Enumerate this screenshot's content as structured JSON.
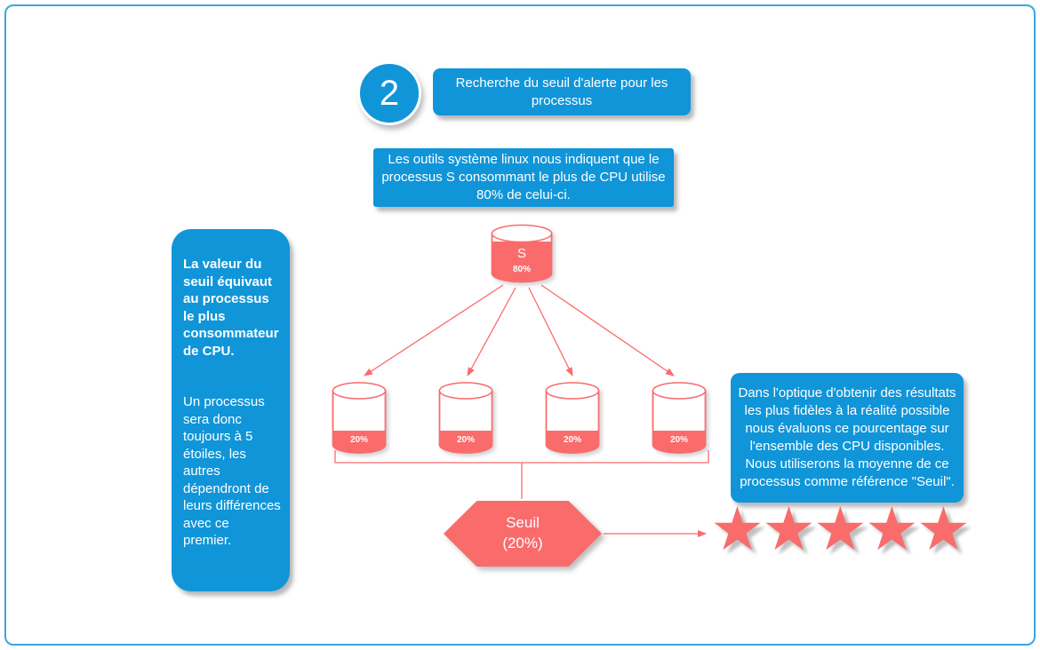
{
  "colors": {
    "primary_blue": "#1095d9",
    "accent_salmon": "#fa6b6c",
    "border_blue": "#3aa6de",
    "text_white": "#ffffff"
  },
  "step": {
    "number": "2",
    "title": "Recherche du seuil d'alerte pour les processus"
  },
  "notes": {
    "top": "Les outils système linux nous indiquent que le processus S consommant le plus de CPU utilise 80% de celui-ci.",
    "left_bold": "La valeur du seuil équivaut au processus le plus consommateur de CPU.",
    "left_normal": "Un processus sera donc toujours à 5 étoiles, les autres dépendront de leurs différences avec ce premier.",
    "right": "Dans l'optique d'obtenir des résultats les plus fidèles à la réalité possible nous évaluons ce pourcentage sur l'ensemble des CPU disponibles. Nous utiliserons la moyenne de ce processus comme référence \"Seuil\"."
  },
  "main_cylinder": {
    "label": "S",
    "percent": "80%"
  },
  "child_cylinders": [
    {
      "percent": "20%"
    },
    {
      "percent": "20%"
    },
    {
      "percent": "20%"
    },
    {
      "percent": "20%"
    }
  ],
  "hexagon": {
    "line1": "Seuil",
    "line2": "(20%)"
  },
  "rating": {
    "stars": "★★★★★",
    "count": 5
  }
}
